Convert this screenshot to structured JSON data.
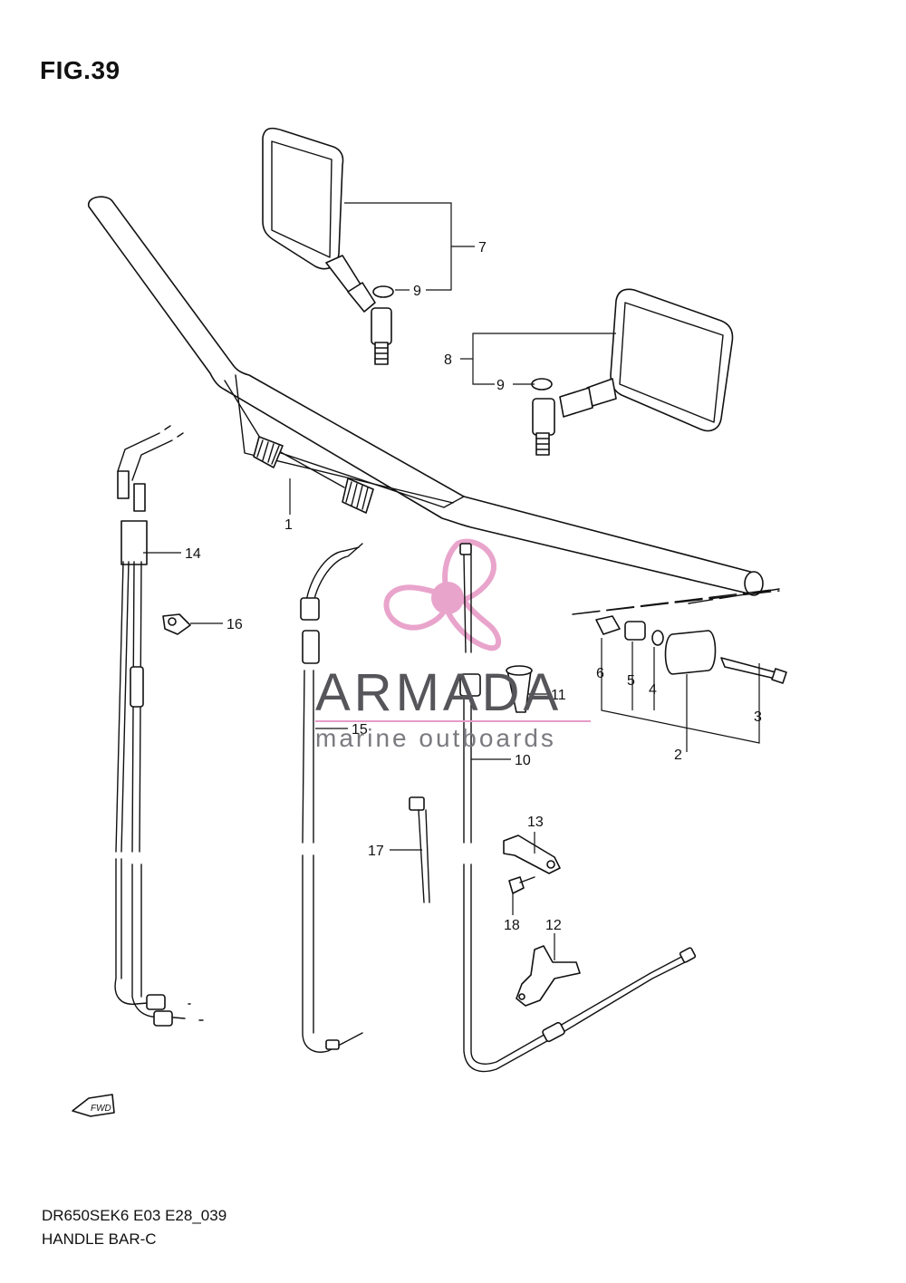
{
  "figure": {
    "title": "FIG.39",
    "model_code": "DR650SEK6 E03 E28_039",
    "name": "HANDLE BAR-C"
  },
  "parts": [
    {
      "number": "1"
    },
    {
      "number": "2"
    },
    {
      "number": "3"
    },
    {
      "number": "4"
    },
    {
      "number": "5"
    },
    {
      "number": "6"
    },
    {
      "number": "7"
    },
    {
      "number": "8"
    },
    {
      "number": "9"
    },
    {
      "number": "9"
    },
    {
      "number": "10"
    },
    {
      "number": "11"
    },
    {
      "number": "12"
    },
    {
      "number": "13"
    },
    {
      "number": "14"
    },
    {
      "number": "15"
    },
    {
      "number": "16"
    },
    {
      "number": "17"
    },
    {
      "number": "18"
    }
  ],
  "fwd_badge": "FWD",
  "watermark": {
    "brand": "ARMADA",
    "tagline": "marine outboards",
    "logo_color": "#e79bc7"
  }
}
